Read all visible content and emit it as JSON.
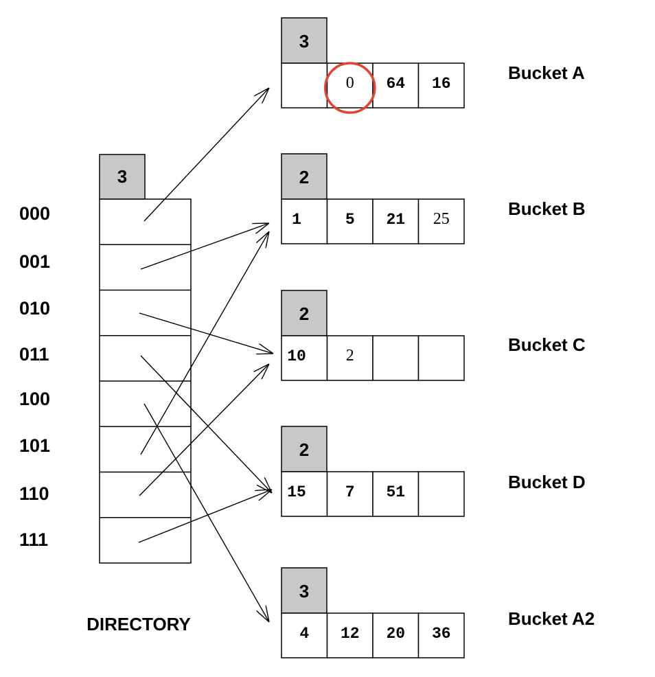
{
  "directory": {
    "global_depth": "3",
    "label": "DIRECTORY",
    "entries": [
      {
        "bits": "000",
        "target": "A"
      },
      {
        "bits": "001",
        "target": "B"
      },
      {
        "bits": "010",
        "target": "C"
      },
      {
        "bits": "011",
        "target": "D"
      },
      {
        "bits": "100",
        "target": "A2"
      },
      {
        "bits": "101",
        "target": "B"
      },
      {
        "bits": "110",
        "target": "C"
      },
      {
        "bits": "111",
        "target": "D"
      }
    ]
  },
  "buckets": [
    {
      "id": "A",
      "label": "Bucket A",
      "local_depth": "3",
      "slots": [
        "",
        "0",
        "64",
        "16"
      ],
      "highlighted_slot": 1
    },
    {
      "id": "B",
      "label": "Bucket B",
      "local_depth": "2",
      "slots": [
        "1",
        "5",
        "21",
        "25"
      ]
    },
    {
      "id": "C",
      "label": "Bucket C",
      "local_depth": "2",
      "slots": [
        "10",
        "2",
        "",
        ""
      ]
    },
    {
      "id": "D",
      "label": "Bucket D",
      "local_depth": "2",
      "slots": [
        "15",
        "7",
        "51",
        ""
      ]
    },
    {
      "id": "A2",
      "label": "Bucket A2",
      "local_depth": "3",
      "slots": [
        "4",
        "12",
        "20",
        "36"
      ]
    }
  ],
  "colors": {
    "depth_fill": "#c8c8c8",
    "line": "#000000",
    "highlight": "#e0432f"
  }
}
